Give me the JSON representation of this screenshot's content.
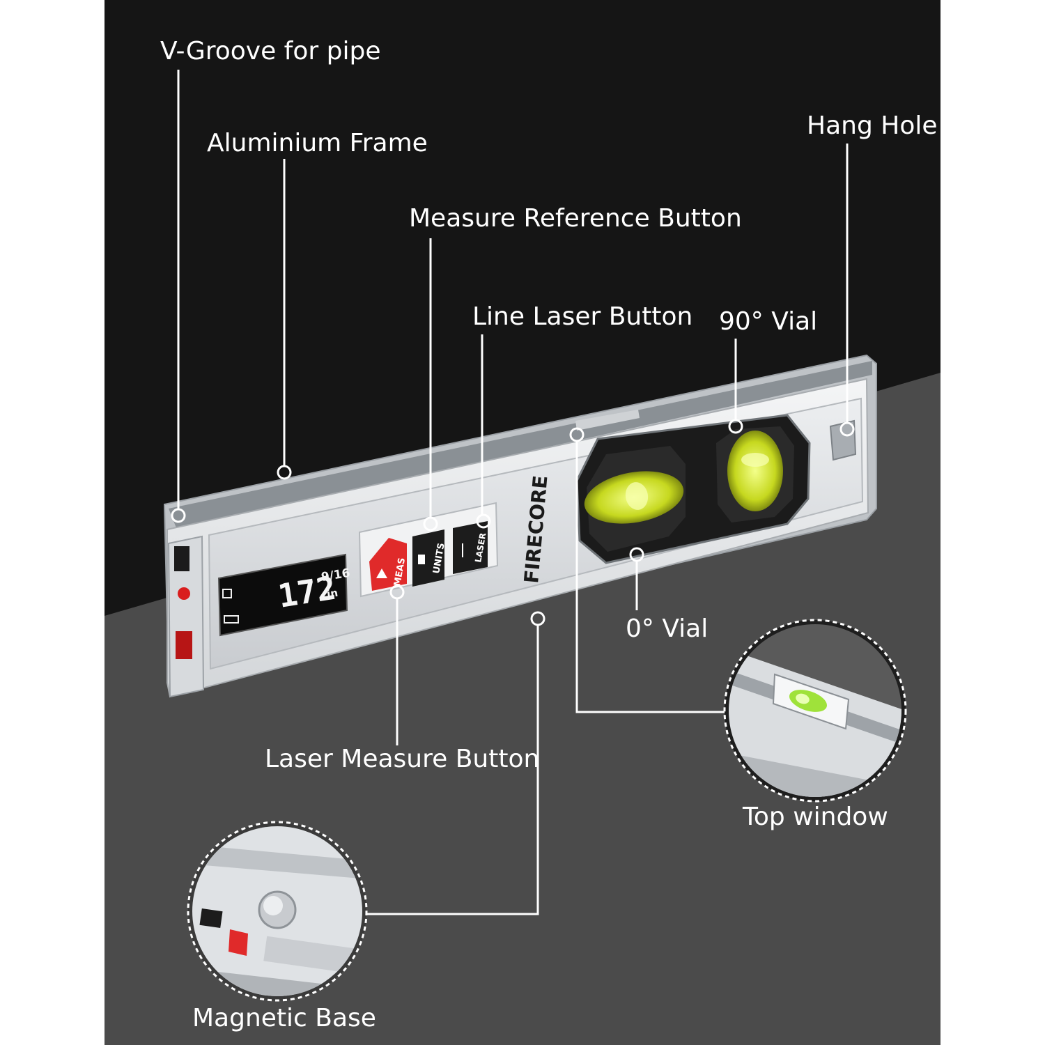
{
  "callouts": {
    "v_groove": "V-Groove for pipe",
    "frame": "Aluminium Frame",
    "hang_hole": "Hang Hole",
    "measure_reference": "Measure Reference Button",
    "line_laser": "Line Laser Button",
    "vial_90": "90° Vial",
    "vial_0": "0° Vial",
    "laser_measure": "Laser Measure Button",
    "top_window": "Top window",
    "magnetic_base": "Magnetic Base"
  },
  "device": {
    "brand": "FIRECORE",
    "display_value": "172",
    "display_fraction": "9/16",
    "display_unit": "in",
    "button_meas": "MEAS",
    "button_units": "UNITS",
    "button_laser": "LASER"
  },
  "colors": {
    "background_top": "#151515",
    "background_bottom": "#4a4a4a",
    "frame": "#e4e6e8",
    "vial_liquid": "#d8e83a",
    "meas_button": "#e02a2a",
    "callout_line": "#ffffff"
  }
}
